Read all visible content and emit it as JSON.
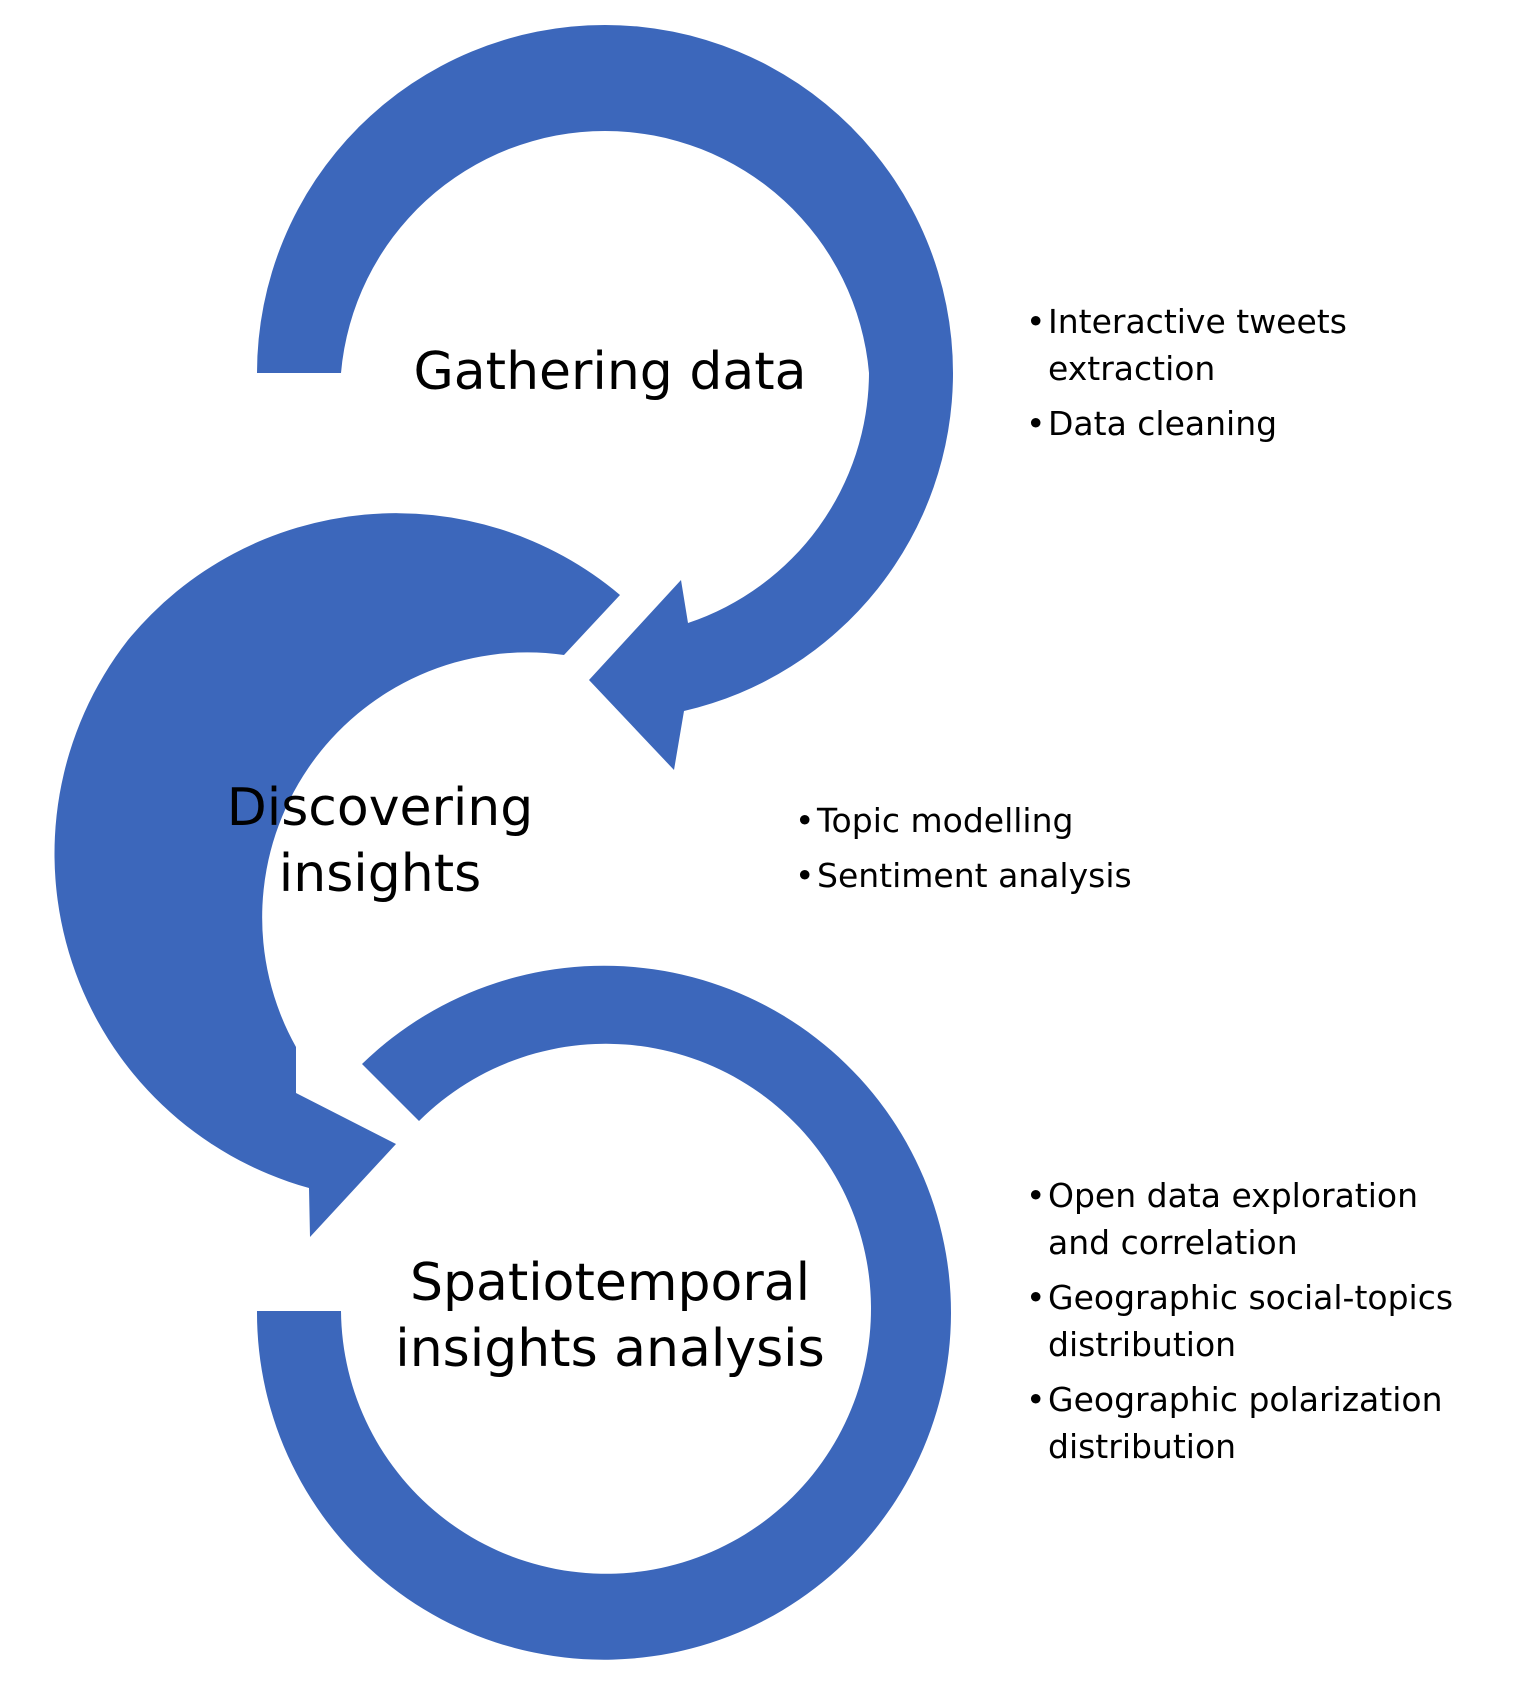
{
  "colors": {
    "arrow": "#3C67BB",
    "background": "#FFFFFF",
    "text": "#000000"
  },
  "stages": [
    {
      "id": "gathering",
      "title_lines": [
        "Gathering data"
      ],
      "bullets": [
        [
          "Interactive tweets",
          "extraction"
        ],
        [
          "Data cleaning"
        ]
      ]
    },
    {
      "id": "discovering",
      "title_lines": [
        "Discovering",
        "insights"
      ],
      "bullets": [
        [
          "Topic modelling"
        ],
        [
          "Sentiment analysis"
        ]
      ]
    },
    {
      "id": "spatio",
      "title_lines": [
        "Spatiotemporal",
        "insights analysis"
      ],
      "bullets": [
        [
          "Open data exploration",
          "and correlation"
        ],
        [
          "Geographic social-topics",
          "distribution"
        ],
        [
          "Geographic polarization",
          "distribution"
        ]
      ]
    }
  ]
}
